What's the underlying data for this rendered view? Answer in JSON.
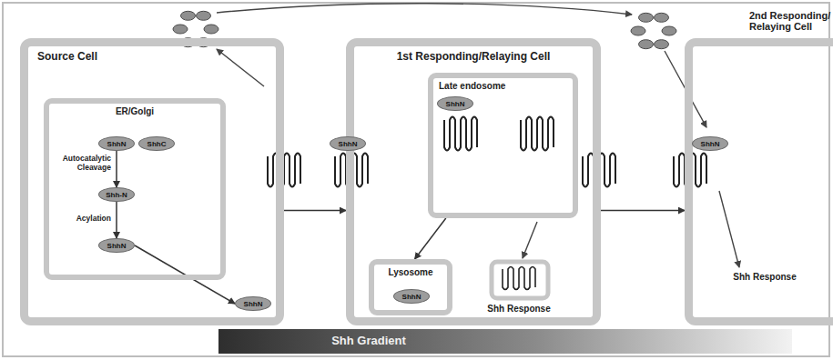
{
  "diagram": {
    "nodes": [
      {
        "text": [
          "Source Cell"
        ]
      },
      {
        "text": [
          "ER/Golgi"
        ],
        "in": 0
      },
      {
        "text": [
          "ShhN"
        ],
        "in": 1
      },
      {
        "text": [
          "ShhC"
        ],
        "in": 1
      },
      {
        "text": [
          "Shh-N"
        ],
        "in": 1
      },
      {
        "text": [
          "ShhN"
        ],
        "in": 1
      },
      {
        "text": [
          "ShhN"
        ],
        "in": 0
      },
      {
        "text": [
          "1st Responding/Relaying Cell"
        ]
      },
      {
        "text": [
          "ShhN"
        ],
        "in": 7
      },
      {
        "text": [
          "Late endosome"
        ],
        "in": 7
      },
      {
        "text": [
          "ShhN"
        ],
        "in": 9
      },
      {
        "text": [
          "Lysosome"
        ],
        "in": 7
      },
      {
        "text": [
          "ShhN"
        ],
        "in": 11
      },
      {
        "text": [
          "2nd Responding/ Relaying Cell"
        ]
      },
      {
        "text": [
          "ShhN"
        ],
        "in": 13
      }
    ],
    "edges": [
      {
        "from": 2,
        "to": 4,
        "arrow": "to",
        "label": "Autocatalytic Cleavage"
      },
      {
        "from": 4,
        "to": 5,
        "arrow": "to",
        "label": "Acylation"
      },
      {
        "from": 5,
        "to": 6,
        "arrow": "to"
      },
      {
        "from": 0,
        "to": 7,
        "arrow": "to"
      },
      {
        "from": 9,
        "to": 11,
        "arrow": "to"
      },
      {
        "from": 7,
        "to": 13,
        "arrow": "to"
      }
    ],
    "labels": [
      "Shh Response",
      "Shh Response",
      "Shh Gradient"
    ]
  }
}
